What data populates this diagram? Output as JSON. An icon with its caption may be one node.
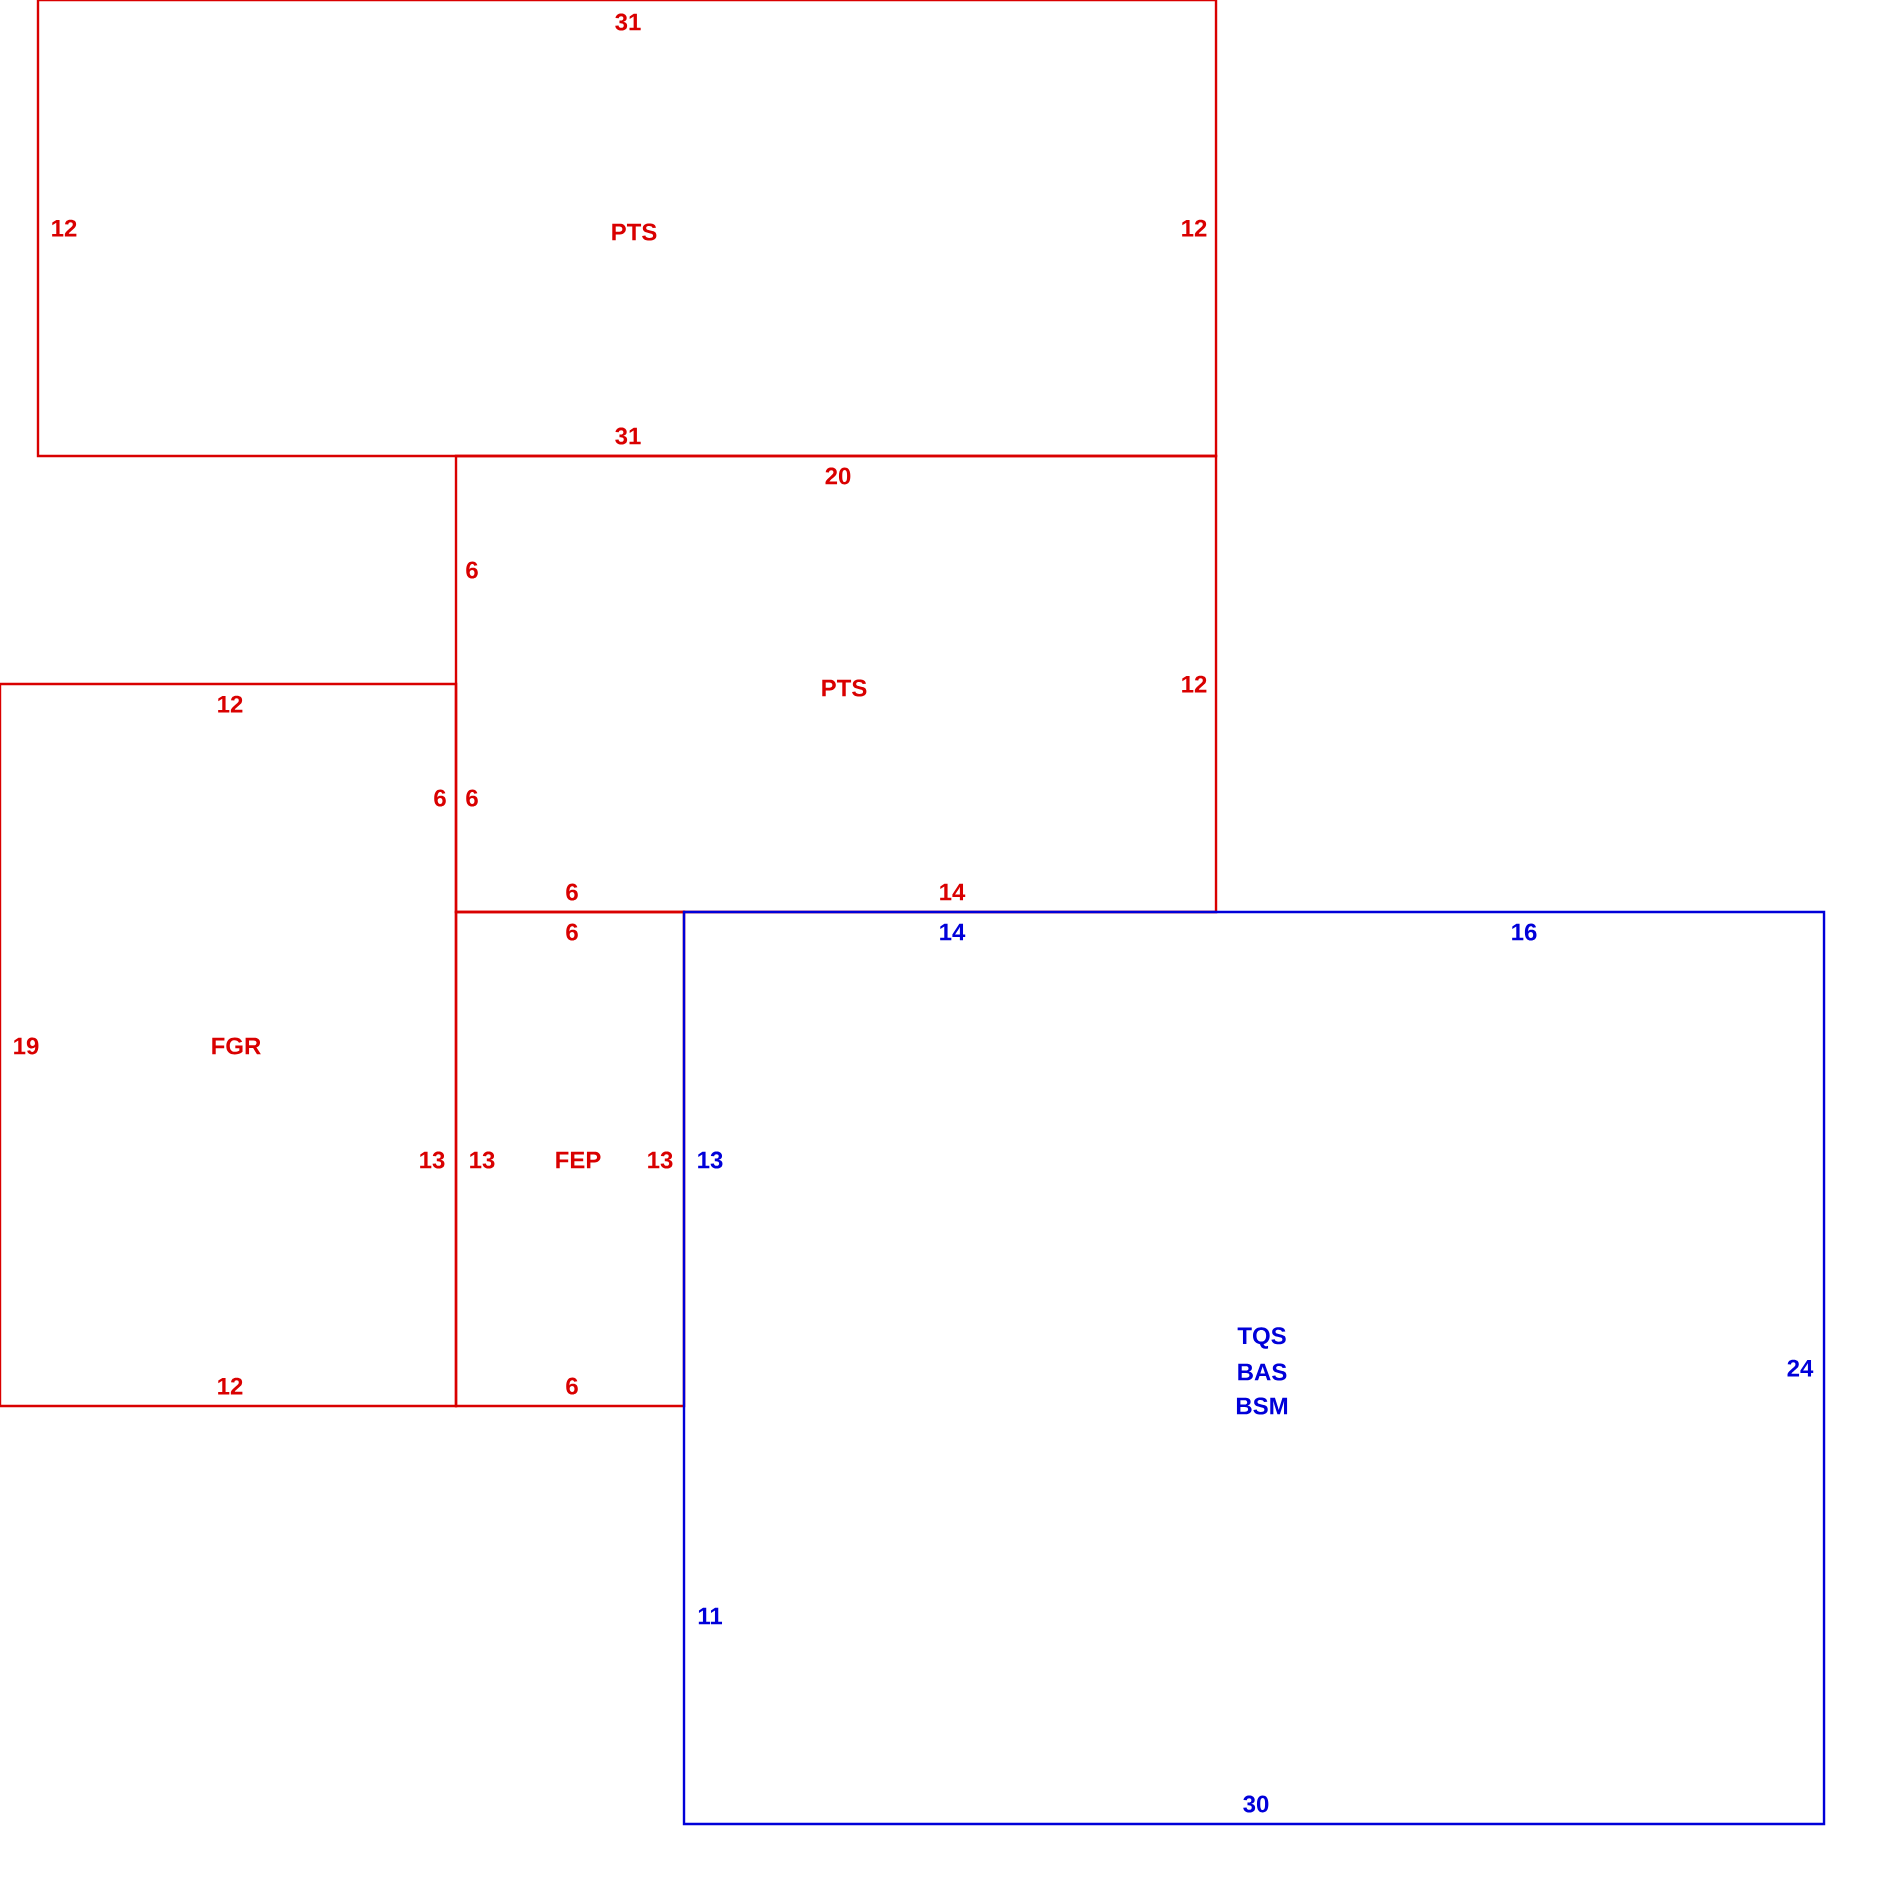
{
  "diagram": {
    "nodes": [
      {
        "text": [
          "31",
          "12",
          "PTS",
          "12",
          "31"
        ]
      },
      {
        "text": [
          "20",
          "6",
          "PTS",
          "12",
          "6",
          "6",
          "14"
        ]
      },
      {
        "text": [
          "12",
          "6",
          "19",
          "FGR",
          "13",
          "12"
        ]
      },
      {
        "text": [
          "6",
          "13",
          "FEP",
          "13",
          "6"
        ]
      },
      {
        "text": [
          "14",
          "16",
          "13",
          "TQS",
          "BAS",
          "24",
          "BSM",
          "11",
          "30"
        ]
      }
    ]
  }
}
